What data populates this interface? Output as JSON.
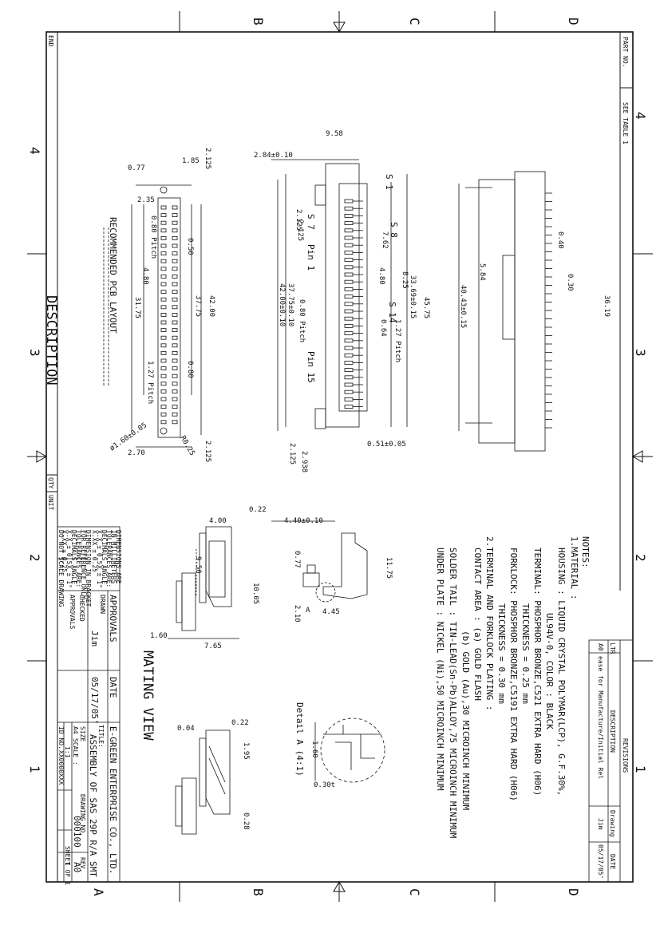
{
  "zones": {
    "cols": [
      "A",
      "B",
      "C",
      "D"
    ],
    "rows": [
      "1",
      "2",
      "3",
      "4"
    ]
  },
  "part": {
    "header": "PART NO.",
    "value": "SEE TABLE 1"
  },
  "left_strip": {
    "end_label": "END",
    "description": "DESCRIPTION",
    "qty": "QTY",
    "unit": "UNIT"
  },
  "pcb": {
    "title": "RECOMMENDED PCB LAYOUT",
    "dims": [
      "1.85",
      "0.77",
      "2.125",
      "2.35",
      "0.80 Pitch",
      "0.50",
      "4.80",
      "37.75",
      "42.00",
      "31.75",
      "1.27 Pitch",
      "0.80",
      "2.70",
      "ø1.60±0.05",
      "R0.25",
      "2.125"
    ]
  },
  "front": {
    "dims": [
      "9.58",
      "2.84±0.10",
      "2.125",
      "2.125",
      "7.62",
      "4.80",
      "8.25",
      "33.69±0.15",
      "45.75",
      "37.75±0.10",
      "42.00±0.10",
      "0.80 Pitch",
      "0.64",
      "1.27 Pitch",
      "0.51±0.05",
      "2.125",
      "2.938"
    ],
    "pins": [
      "S 1",
      "S 7",
      "S 8",
      "Pin 1",
      "S 14",
      "Pin 15"
    ]
  },
  "side": {
    "dims": [
      "0.40",
      "0.30",
      "5.84",
      "36.19",
      "40.43±0.15"
    ]
  },
  "notes": {
    "title": "NOTES:",
    "lines": [
      "1.MATERIAL :",
      "HOUSING : LIQUID CRYSTAL POLYMAR(LCP), G.F.30%,",
      "UL94V-0, COLOR : BLACK",
      "TERMINAL: PHOSPHOR BRONZE,C521 EXTRA HARD (H06)",
      "THICKNESS = 0.25 mm",
      "FORKLOCK: PHOSPHOR BRONZE,C5191 EXTRA HARD (H06)",
      "THICKNESS = 0.30 mm",
      "2.TERMINAL AND FORKLOCK PLATING :",
      "CONTACT AREA : (a) GOLD FLASH",
      "(b) GOLD (Au),30 MICROINCH MINIMUM",
      "SOLDER TAIL : TIN-LEAD(Sn-Pb)ALLOY,75 MICROINCH MINIMUM",
      "UNDER PLATE : NICKEL (Ni),50 MICROINCH MINIMUM"
    ]
  },
  "revisions": {
    "title": "REVISIONS",
    "headers": [
      "LTR",
      "DESCRIPTION",
      "Drawing",
      "DATE"
    ],
    "row": [
      "A0",
      "ease for Manufacture/Initial Rel",
      "Jim",
      "05/17/05'"
    ]
  },
  "views": {
    "mating": "MATING VIEW",
    "detail": "Detail A (4:1)",
    "mating_dims": [
      "0.22",
      "4.00",
      "9.50",
      "10.05",
      "1.60",
      "7.65",
      "0.04",
      "0.22",
      "1.95",
      "0.28"
    ],
    "profile_dims": [
      "4.40±0.10",
      "11.75",
      "0.77",
      "2.10",
      "4.45",
      "A"
    ],
    "detail_dims": [
      "1.60",
      "0.30t"
    ]
  },
  "title_block": {
    "company": "E-GREEN ENTERPRISE CO., LTD.",
    "title_lbl": "TITLE:",
    "title": "ASSEMBLY OF SAS 29P R/A SMT",
    "approvals": "APPROVALS",
    "date_hdr": "DATE",
    "drawn_lbl": "DRAWN",
    "drawn": "Jim",
    "date": "05/17/05'",
    "checked": "CHECKED",
    "approvals_lbl": "APPROVALS",
    "size_lbl": "SIZE",
    "size": "A4",
    "dwg_lbl": "DRAWING NO.",
    "dwg": "000100",
    "rev_lbl": "REV.",
    "rev": "A0",
    "scale_lbl": "SCALE :",
    "scale": "1:1",
    "sheet_lbl": "SHEET",
    "sheet": "1 OF 1",
    "id_lbl": "ID NO.",
    "id": "XX0000XXX",
    "tol": [
      "DIMENSIONS ARE",
      "IN MILLIMETERS",
      "TOLERANCES ARE:",
      "DECIMALS",
      "X.X ± 0.5",
      "X.XX ± 0.25"
    ],
    "angle": [
      "ANGLE",
      "X ± 1°"
    ],
    "tol2": [
      "DIMENSION IN BRACKET",
      "FOR REFERENCE ONLY",
      "TOLERANCES ARE:",
      "DECIMALS",
      "X.X ± 0.5",
      "X.XX ± 0.25"
    ],
    "angle2": [
      "ANGLE",
      "X ± 1°"
    ],
    "noscale": "DO NOT SCALE DRAWING"
  }
}
